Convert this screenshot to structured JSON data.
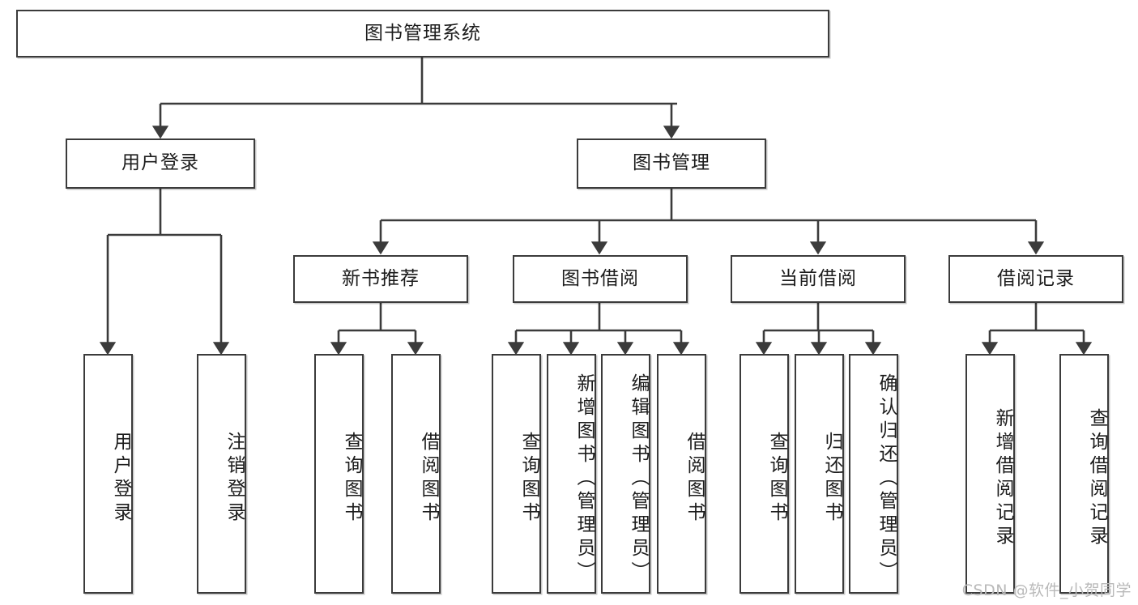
{
  "diagram": {
    "title": "图书管理系统",
    "type": "tree",
    "watermark": "CSDN @软件_小贺同学",
    "colors": {
      "box_stroke": "#3b3b3b",
      "box_fill": "#ffffff",
      "edge": "#3b3b3b",
      "text": "#1c1c1c",
      "watermark": "#b9b9b9"
    },
    "levels": {
      "root": {
        "id": "root",
        "label": "图书管理系统",
        "orientation": "horizontal"
      },
      "level2": [
        {
          "id": "user-login",
          "label": "用户登录",
          "orientation": "horizontal"
        },
        {
          "id": "book-management",
          "label": "图书管理",
          "orientation": "horizontal"
        }
      ],
      "level3": [
        {
          "id": "new-book-recommend",
          "label": "新书推荐",
          "orientation": "horizontal",
          "parent": "book-management"
        },
        {
          "id": "book-borrow",
          "label": "图书借阅",
          "orientation": "horizontal",
          "parent": "book-management"
        },
        {
          "id": "current-borrow",
          "label": "当前借阅",
          "orientation": "horizontal",
          "parent": "book-management"
        },
        {
          "id": "borrow-record",
          "label": "借阅记录",
          "orientation": "horizontal",
          "parent": "book-management"
        }
      ],
      "leaves": [
        {
          "id": "leaf-user-login",
          "label": "用户登录",
          "orientation": "vertical",
          "parent": "user-login"
        },
        {
          "id": "leaf-user-logout",
          "label": "注销登录",
          "orientation": "vertical",
          "parent": "user-login"
        },
        {
          "id": "leaf-query-book-1",
          "label": "查询图书",
          "orientation": "vertical",
          "parent": "new-book-recommend"
        },
        {
          "id": "leaf-borrow-book-1",
          "label": "借阅图书",
          "orientation": "vertical",
          "parent": "new-book-recommend"
        },
        {
          "id": "leaf-query-book-2",
          "label": "查询图书",
          "orientation": "vertical",
          "parent": "book-borrow"
        },
        {
          "id": "leaf-add-book",
          "label": "新增图书（管理员）",
          "orientation": "vertical",
          "parent": "book-borrow"
        },
        {
          "id": "leaf-edit-book",
          "label": "编辑图书（管理员）",
          "orientation": "vertical",
          "parent": "book-borrow"
        },
        {
          "id": "leaf-borrow-book-2",
          "label": "借阅图书",
          "orientation": "vertical",
          "parent": "book-borrow"
        },
        {
          "id": "leaf-query-book-3",
          "label": "查询图书",
          "orientation": "vertical",
          "parent": "current-borrow"
        },
        {
          "id": "leaf-return-book",
          "label": "归还图书",
          "orientation": "vertical",
          "parent": "current-borrow"
        },
        {
          "id": "leaf-confirm-return",
          "label": "确认归还（管理员）",
          "orientation": "vertical",
          "parent": "current-borrow"
        },
        {
          "id": "leaf-add-record",
          "label": "新增借阅记录",
          "orientation": "vertical",
          "parent": "borrow-record"
        },
        {
          "id": "leaf-query-record",
          "label": "查询借阅记录",
          "orientation": "vertical",
          "parent": "borrow-record"
        }
      ]
    }
  }
}
